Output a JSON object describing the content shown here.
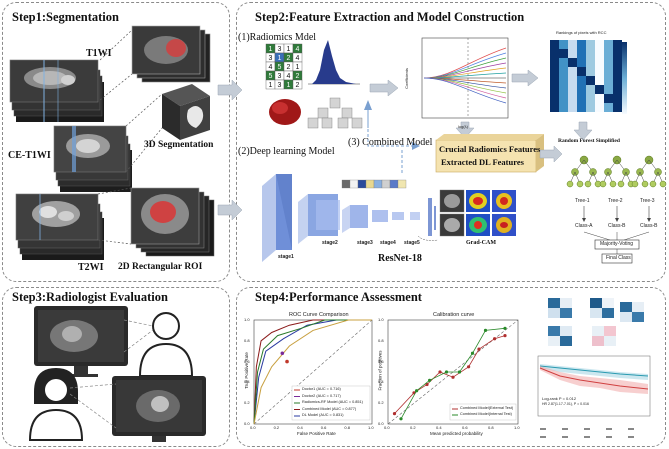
{
  "steps": {
    "s1": "Step1:Segmentation",
    "s2": "Step2:Feature Extraction and Model Construction",
    "s3": "Step3:Radiologist Evaluation",
    "s4": "Step4:Performance Assessment"
  },
  "step1": {
    "t1w": "T1WI",
    "ce": "CE-T1WI",
    "t2w": "T2WI",
    "seg3d": "3D Segmentation",
    "roi2d": "2D Rectangular ROI"
  },
  "step2": {
    "radiomics": "(1)Radiomics Mdel",
    "dl": "(2)Deep learning Model",
    "combined": "(3) Combined Model",
    "crucial": "Crucial Radiomics Features",
    "extracted": "Extracted DL Features",
    "rf": "Random Forest Simplified",
    "resnet": "ResNet-18",
    "gradcam": "Grad-CAM",
    "stages": [
      "stage1",
      "stage2",
      "stage3",
      "stage4",
      "stage5"
    ],
    "heatmap_title": "Rankings of pixels with RCC",
    "trees": [
      "Tree-1",
      "Tree-2",
      "Tree-3"
    ],
    "classes": [
      "Class-A",
      "Class-B",
      "Class-B"
    ],
    "voting": "Majority-Voting",
    "final": "Final Class",
    "matrix": [
      [
        "1",
        "3",
        "1",
        "4"
      ],
      [
        "3",
        "1",
        "2",
        "4"
      ],
      [
        "4",
        "5",
        "2",
        "1"
      ],
      [
        "5",
        "3",
        "4",
        "2"
      ],
      [
        "1",
        "3",
        "1",
        "2"
      ]
    ],
    "lasso_xlabel": "log(λ)",
    "lasso_ylabel": "Coefficients"
  },
  "step4": {
    "roc": {
      "title": "ROC Curve Comparison",
      "xlabel": "False Positive Rate",
      "ylabel": "True Positive Rate",
      "legend": [
        {
          "name": "Doctor1 (AUC = 0.716)",
          "color": "#c0392b"
        },
        {
          "name": "Doctor2 (AUC = 0.717)",
          "color": "#7a2a99"
        },
        {
          "name": "Radiomics-RF Model (AUC = 0.851)",
          "color": "#2a7a2a"
        },
        {
          "name": "Combined Model (AUC = 0.877)",
          "color": "#8b1a1a"
        },
        {
          "name": "DL Model (AUC = 0.831)",
          "color": "#2a3aa0"
        }
      ],
      "ticks": [
        "0.0",
        "0.2",
        "0.4",
        "0.6",
        "0.8",
        "1.0"
      ]
    },
    "cal": {
      "title": "Calibration curve",
      "xlabel": "Mean predicted probability",
      "ylabel": "Fraction of positives",
      "legend": [
        {
          "name": "Combined Model(External Test)",
          "color": "#b03030"
        },
        {
          "name": "Combined Model(Internal Test)",
          "color": "#2a8a2a"
        }
      ],
      "ticks": [
        "0.0",
        "0.2",
        "0.4",
        "0.6",
        "0.8",
        "1.0"
      ]
    },
    "km": {
      "label": "Log-rank P = 0.012",
      "sublabel": "HR 2.87(1.17-7.01), P = 0.016"
    }
  },
  "colors": {
    "arrow": "#c4ccd6",
    "cnn": "#6f8fd8",
    "feature_box": "#f5e3b0",
    "heatmap_dark": "#1f4e8c"
  }
}
